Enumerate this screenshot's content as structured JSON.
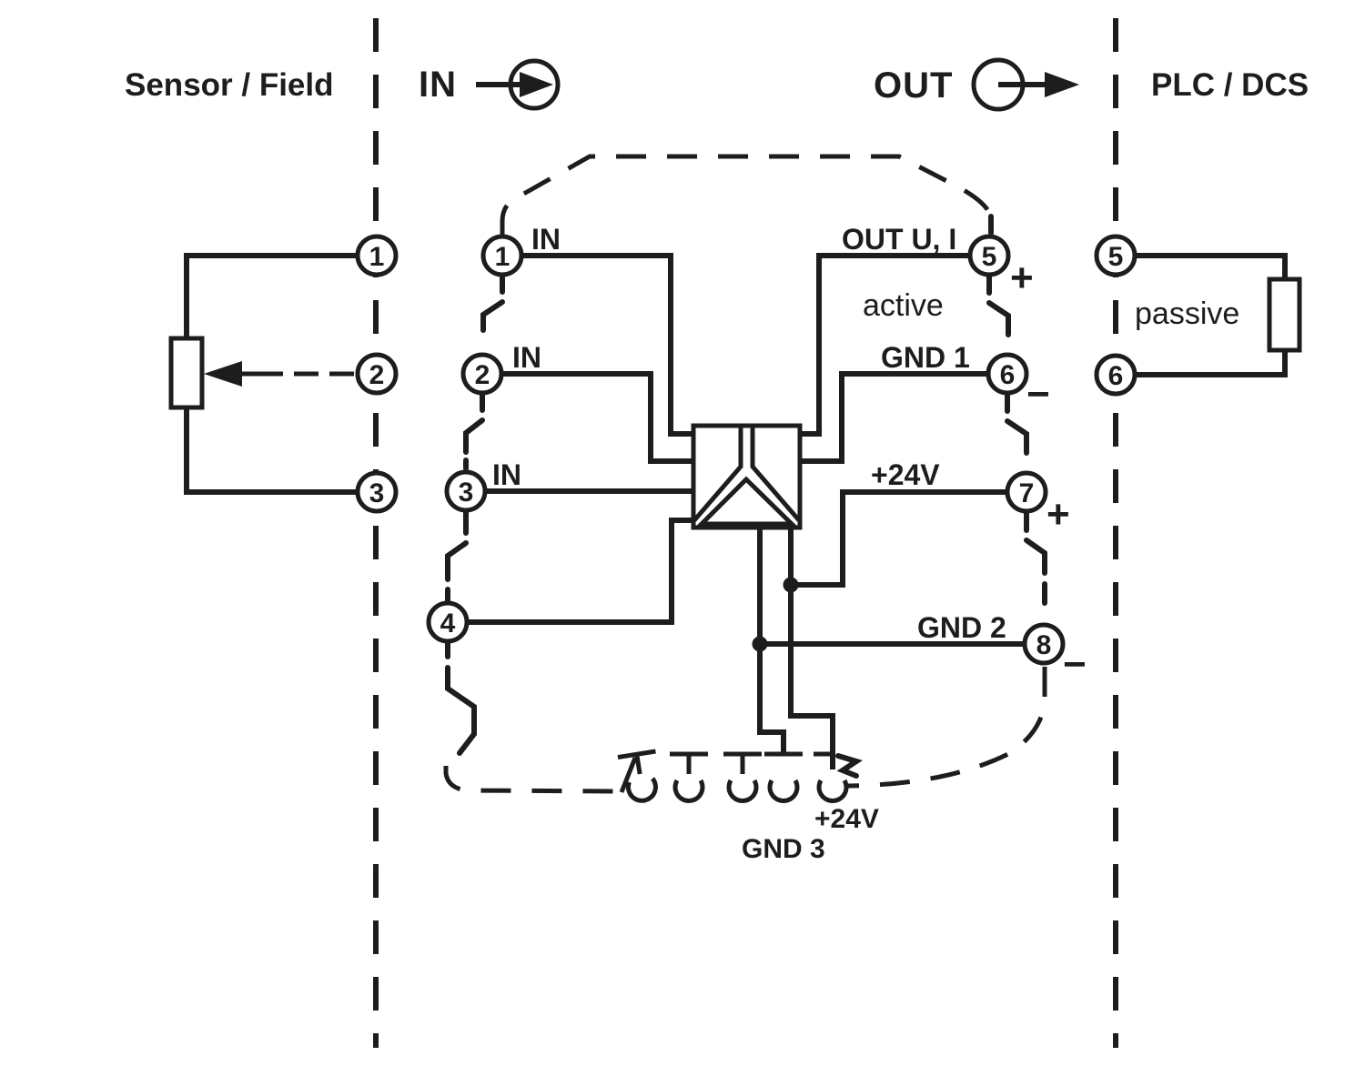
{
  "colors": {
    "ink": "#1d1d1b",
    "paper": "#ffffff"
  },
  "headers": {
    "sensor_field": "Sensor / Field",
    "plc_dcs": "PLC / DCS"
  },
  "flow": {
    "in": "IN",
    "out": "OUT"
  },
  "sensor": {
    "terminal_1": "1",
    "terminal_2": "2",
    "terminal_3": "3"
  },
  "module": {
    "in_terminal_1": {
      "number": "1",
      "label": "IN"
    },
    "in_terminal_2": {
      "number": "2",
      "label": "IN"
    },
    "in_terminal_3": {
      "number": "3",
      "label": "IN"
    },
    "in_terminal_4": {
      "number": "4"
    },
    "out_terminal_5": {
      "number": "5",
      "label": "OUT U, I",
      "polarity": "+"
    },
    "out_terminal_6": {
      "number": "6",
      "label": "GND 1",
      "polarity": "−"
    },
    "out_terminal_7": {
      "number": "7",
      "label": "+24V",
      "polarity": "+"
    },
    "out_terminal_8": {
      "number": "8",
      "label": "GND 2",
      "polarity": "−"
    },
    "output_mode": "active",
    "bus_power_label": "+24V",
    "bus_ground_label": "GND 3"
  },
  "plc": {
    "terminal_5": "5",
    "terminal_6": "6",
    "input_mode": "passive"
  }
}
